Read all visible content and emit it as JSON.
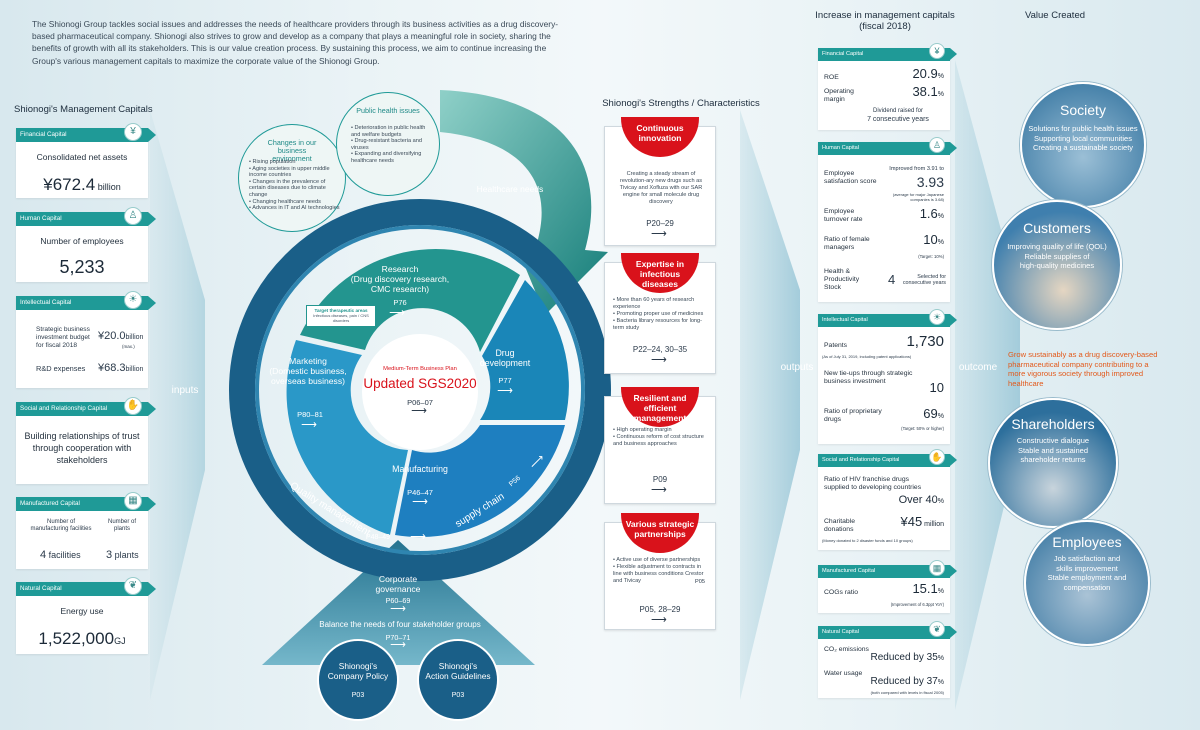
{
  "intro": "The Shionogi Group tackles social issues and addresses the needs of healthcare providers through its business activities as a drug discovery-based pharmaceutical company. Shionogi also strives to grow and develop as a company that plays a meaningful role in society, sharing the benefits of growth with all its stakeholders. This is our value creation process. By sustaining this process, we aim to continue increasing the Group's various management capitals to maximize the corporate value of the Shionogi Group.",
  "titles": {
    "mgmt": "Shionogi's Management Capitals",
    "strengths": "Shionogi's Strengths / Characteristics",
    "increase": "Increase in management capitals\n(fiscal 2018)",
    "value": "Value Created"
  },
  "flow": {
    "inputs": "inputs",
    "outputs": "outputs",
    "outcome": "outcome",
    "healthcare": "Healthcare needs"
  },
  "left": {
    "financial": {
      "hd": "Financial Capital",
      "lbl": "Consolidated net assets",
      "val": "¥672.4",
      "unit": " billion"
    },
    "human": {
      "hd": "Human Capital",
      "lbl": "Number of employees",
      "val": "5,233"
    },
    "intellectual": {
      "hd": "Intellectual Capital",
      "l1": "Strategic business investment budget for fiscal 2018",
      "v1": "¥20.0",
      "u1": "billion",
      "n1": "(max.)",
      "l2": "R&D expenses",
      "v2": "¥68.3",
      "u2": "billion"
    },
    "social": {
      "hd": "Social and Relationship Capital",
      "lbl": "Building relationships of trust through cooperation with stakeholders"
    },
    "manufactured": {
      "hd": "Manufactured Capital",
      "l1": "Number of manufacturing facilities",
      "l2": "Number of plants",
      "v1": "4",
      "u1": " facilities",
      "v2": "3",
      "u2": " plants"
    },
    "natural": {
      "hd": "Natural Capital",
      "lbl": "Energy use",
      "val": "1,522,000",
      "unit": "GJ"
    }
  },
  "env": {
    "title": "Changes in our business environment",
    "items": [
      "Rising population",
      "Aging societies in upper middle income countries",
      "Changes in the prevalence of certain diseases due to climate change",
      "Changing healthcare needs",
      "Advances in IT and AI technologies"
    ]
  },
  "public": {
    "title": "Public health issues",
    "items": [
      "Deterioration in public health and welfare budgets",
      "Drug-resistant bacteria and viruses",
      "Expanding and diversifying healthcare needs"
    ]
  },
  "wheel": {
    "research": "Research\n(Drug discovery research,\nCMC research)",
    "research_pg": "P76",
    "target_t": "Target therapeutic areas",
    "target_s": "Infectious diseases, pain / CNS disorders",
    "dev": "Drug\ndevelopment",
    "dev_pg": "P77",
    "mfg": "Manufacturing",
    "mfg_pg": "P46–47",
    "mkt": "Marketing\n(Domestic business,\noverseas business)",
    "mkt_pg": "P80–81",
    "plan": "Medium-Term Business Plan",
    "sgs": "Updated SGS2020",
    "plan_pg": "P06–07",
    "quality": "Quality management",
    "quality_pg": "P48–49",
    "supply": "supply chain",
    "supply_pg": "P56"
  },
  "tri": {
    "gov": "Corporate\ngovernance",
    "gov_pg": "P60–69",
    "balance": "Balance the needs of four stakeholder groups",
    "balance_pg": "P70–71",
    "policy": "Shionogi's\nCompany Policy",
    "policy_pg": "P03",
    "action": "Shionogi's\nAction Guidelines",
    "action_pg": "P03"
  },
  "strengths": [
    {
      "title": "Continuous\ninnovation",
      "text": "Creating a steady stream of revolution-ary new drugs such as Tivicay and Xofluza with our SAR engine for small molecule drug discovery",
      "pg": "P20–29"
    },
    {
      "title": "Expertise in\ninfectious diseases",
      "items": [
        "More than 60 years of research experience",
        "Promoting proper use of medicines",
        "Bacteria library resources for long-term study"
      ],
      "pg": "P22–24, 30–35"
    },
    {
      "title": "Resilient and\nefficient management",
      "items": [
        "High operating margin",
        "Continuous reform of cost structure and business approaches"
      ],
      "pg": "P09"
    },
    {
      "title": "Various strategic\npartnerships",
      "items": [
        "Active use of diverse partnerships",
        "Flexible adjustment to contracts in line with business conditions Crestor and Tivicay"
      ],
      "ref": "P05",
      "pg": "P05, 28–29"
    }
  ],
  "right": {
    "financial": {
      "hd": "Financial Capital",
      "roe": "ROE",
      "roe_v": "20.9",
      "op": "Operating margin",
      "op_v": "38.1",
      "pct": "%",
      "div1": "Dividend raised for",
      "div2": "7 consecutive years"
    },
    "human": {
      "hd": "Human Capital",
      "ess": "Employee satisfaction score",
      "ess_note": "Improved from 3.91 to",
      "ess_v": "3.93",
      "ess_avg": "(average for major Japanese companies is 3.68)",
      "turn": "Employee turnover rate",
      "turn_v": "1.6",
      "fem": "Ratio of female managers",
      "fem_v": "10",
      "fem_t": "(Target: 10%)",
      "hps": "Health & Productivity Stock",
      "hps_v": "4",
      "hps_n": "Selected for consecutive years",
      "pct": "%"
    },
    "intellectual": {
      "hd": "Intellectual Capital",
      "pat": "Patents",
      "pat_v": "1,730",
      "pat_n": "(As of July 31, 2019, including patent applications)",
      "tie": "New tie-ups through strategic business investment",
      "tie_v": "10",
      "prop": "Ratio of proprietary drugs",
      "prop_v": "69",
      "prop_t": "(Target: 50% or higher)",
      "pct": "%"
    },
    "social": {
      "hd": "Social and Relationship Capital",
      "hiv": "Ratio of HIV franchise drugs supplied to developing countries",
      "hiv_v": "Over 40",
      "char": "Charitable donations",
      "char_v": "¥45",
      "char_u": " million",
      "char_n": "(Money donated to 2 disaster funds and 10 groups)",
      "pct": "%"
    },
    "manufactured": {
      "hd": "Manufactured Capital",
      "cog": "COGs ratio",
      "cog_v": "15.1",
      "cog_n": "(Improvement of 6.3ppt YoY)",
      "pct": "%"
    },
    "natural": {
      "hd": "Natural Capital",
      "co2": "CO₂ emissions",
      "co2_v": "Reduced by 35",
      "water": "Water usage",
      "water_v": "Reduced by 37",
      "note": "(both compared with levels in fiscal 2005)",
      "pct": "%"
    }
  },
  "value": {
    "society": {
      "t": "Society",
      "s": "Solutions for public health issues\nSupporting local communities\nCreating a sustainable society"
    },
    "customers": {
      "t": "Customers",
      "s": "Improving quality of life (QOL)\nReliable supplies of\nhigh-quality medicines"
    },
    "grow": "Grow sustainably as a drug discovery-based pharmaceutical company contributing to a more vigorous society through improved healthcare",
    "shareholders": {
      "t": "Shareholders",
      "s": "Constructive dialogue\nStable and sustained\nshareholder returns"
    },
    "employees": {
      "t": "Employees",
      "s": "Job satisfaction and\nskills improvement\nStable employment and\ncompensation"
    }
  },
  "colors": {
    "teal": "#1f9a97",
    "red": "#d9121b",
    "navy": "#1a5f88"
  }
}
